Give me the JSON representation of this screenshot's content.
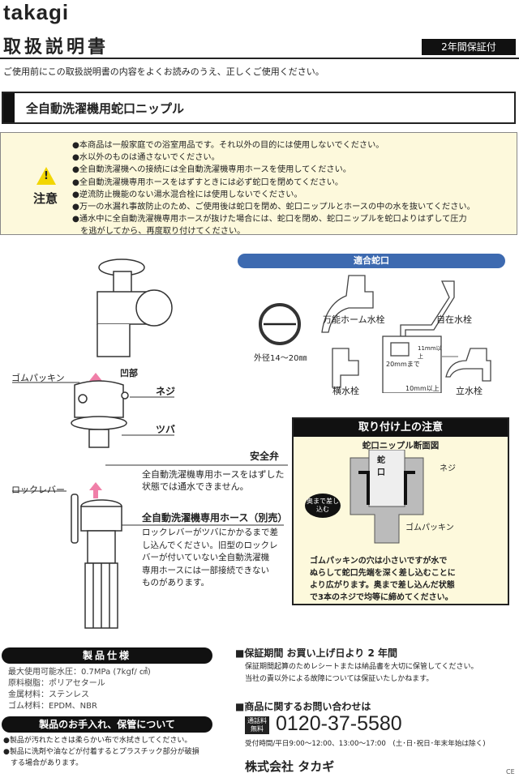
{
  "header": {
    "logo": "takagi",
    "title": "取扱説明書",
    "warranty_badge": "2年間保証付",
    "intro": "ご使用前にこの取扱説明書の内容をよくお読みのうえ、正しくご使用ください。"
  },
  "product": {
    "name": "全自動洗濯機用蛇口ニップル"
  },
  "caution": {
    "label": "注意",
    "items": [
      "●本商品は一般家庭での浴室用品です。それ以外の目的には使用しないでください。",
      "●水以外のものは通さないでください。",
      "●全自動洗濯機への接続には全自動洗濯機専用ホースを使用してください。",
      "●全自動洗濯機専用ホースをはずすときには必ず蛇口を閉めてください。",
      "●逆流防止機能のない湯水混合栓には使用しないでください。",
      "●万一の水漏れ事故防止のため、ご使用後は蛇口を閉め、蛇口ニップルとホースの中の水を抜いてください。",
      "●通水中に全自動洗濯機専用ホースが抜けた場合には、蛇口を閉め、蛇口ニップルを蛇口よりはずして圧力",
      "　を逃がしてから、再度取り付けてください。"
    ]
  },
  "diagram": {
    "gom_packing": "ゴムパッキン",
    "recess": "凹部",
    "screw": "ネジ",
    "flange": "ツバ",
    "safety_valve": "安全弁",
    "safety_valve_desc_1": "全自動洗濯機専用ホースをはずした",
    "safety_valve_desc_2": "状態では通水できません。",
    "lock_lever": "ロックレバー",
    "hose": "全自動洗濯機専用ホース（別売）",
    "hose_desc": [
      "ロックレバーがツバにかかるまで差",
      "し込んでください。旧型のロックレ",
      "バーが付いていない全自動洗濯機",
      "専用ホースには一部接続できない",
      "ものがあります。"
    ]
  },
  "faucets": {
    "title": "適合蛇口",
    "diameter": "外径14〜20㎜",
    "types": [
      "万能ホーム水栓",
      "自在水栓",
      "横水栓",
      "立水栓"
    ],
    "dim_11": "11mm以上",
    "dim_20": "20mmまで",
    "dim_10": "10mm以上"
  },
  "install_note": {
    "title": "取り付け上の注意",
    "subtitle": "蛇口ニップル断面図",
    "faucet": "蛇口",
    "screw": "ネジ",
    "gom_packing": "ゴムパッキン",
    "push": "奥まで差し込む",
    "text": [
      "ゴムパッキンの穴は小さいですが水で",
      "ぬらして蛇口先端を深く差し込むことに",
      "より広がります。奥まで差し込んだ状態",
      "で3本のネジで均等に締めてください。"
    ]
  },
  "specs": {
    "title": "製品仕様",
    "items": [
      "最大使用可能水圧：0.7MPa (7kgf/ ㎠)",
      "原料樹脂：ポリアセタール",
      "金属材料：ステンレス",
      "ゴム材料：EPDM、NBR"
    ]
  },
  "care": {
    "title": "製品のお手入れ、保管について",
    "items": [
      "●製品が汚れたときは柔らかい布で水拭きしてください。",
      "●製品に洗剤や油などが付着するとプラスチック部分が破損",
      "　する場合があります。"
    ]
  },
  "warranty": {
    "title": "■保証期間 お買い上げ日より 2 年間",
    "lines": [
      "保証期間起算のためレシートまたは納品書を大切に保管してください。",
      "当社の責以外による故障については保証いたしかねます。"
    ]
  },
  "contact": {
    "title": "■商品に関するお問い合わせは",
    "free_badge": "通話料無料",
    "phone": "0120-37-5580",
    "hours": "受付時間/平日9:00〜12:00、13:00〜17:00　(土･日･祝日･年末年始は除く)",
    "company": "株式会社 タカギ",
    "mark": "CE"
  }
}
